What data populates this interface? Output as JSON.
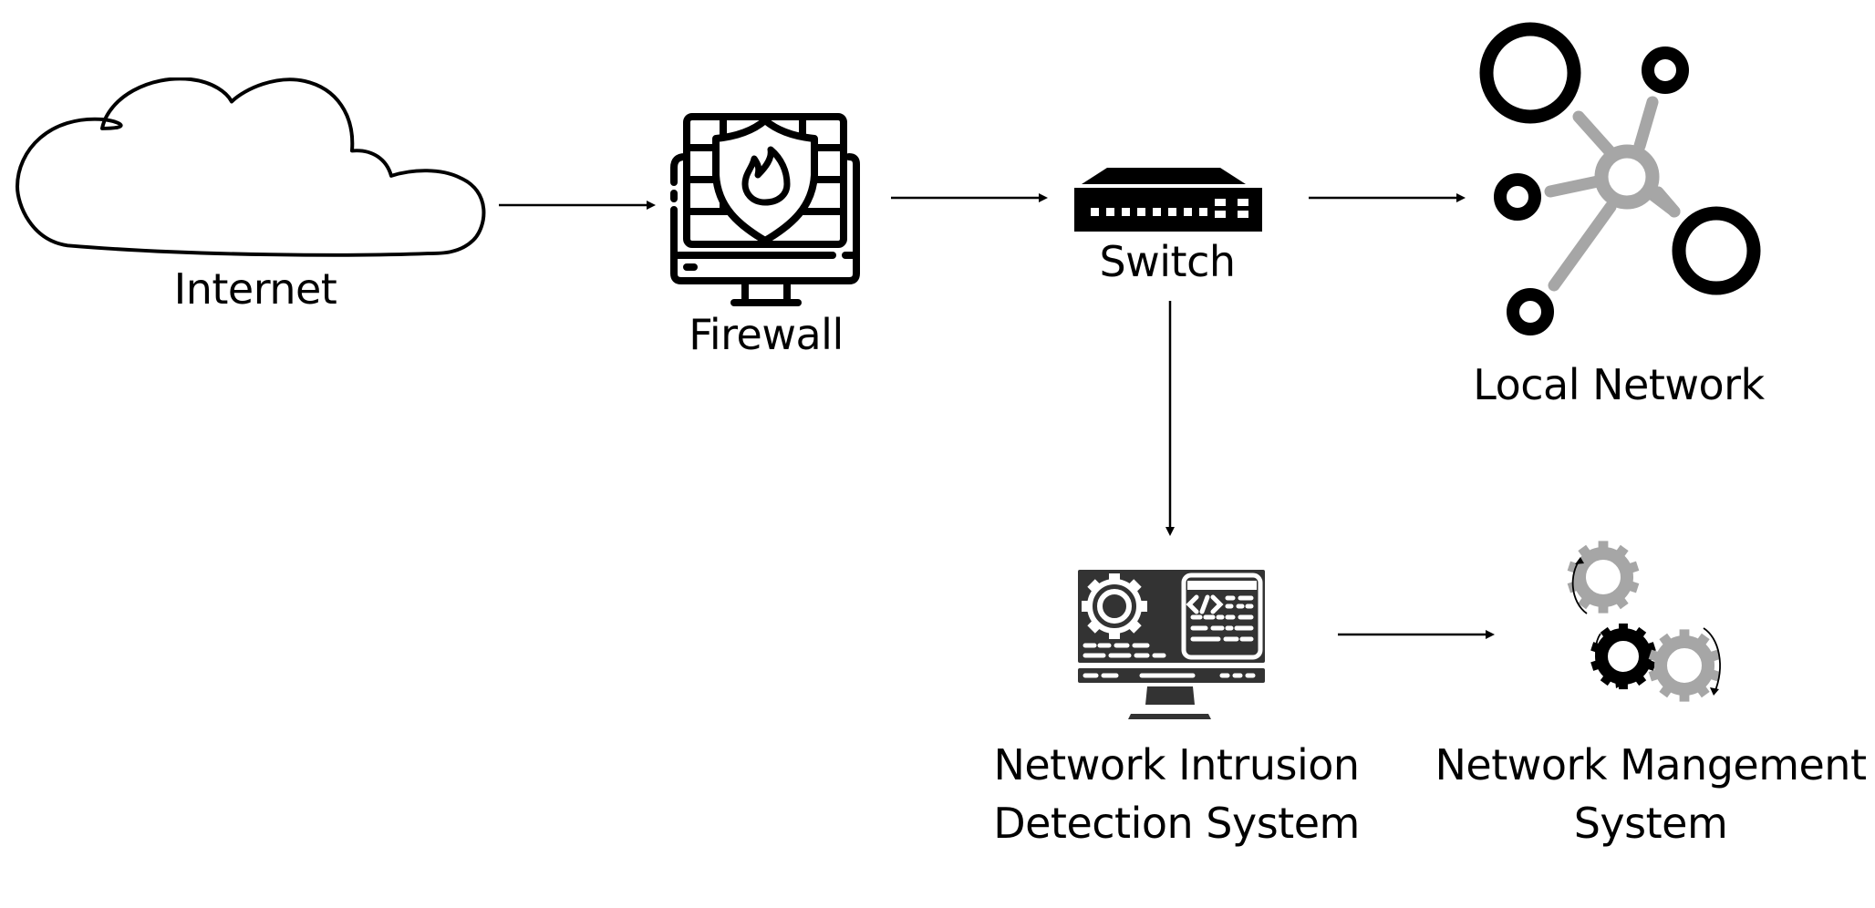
{
  "diagram": {
    "type": "network-topology",
    "nodes": [
      {
        "id": "internet",
        "label": "Internet",
        "icon": "cloud-icon"
      },
      {
        "id": "firewall",
        "label": "Firewall",
        "icon": "firewall-monitor-icon"
      },
      {
        "id": "switch",
        "label": "Switch",
        "icon": "network-switch-icon"
      },
      {
        "id": "local_network",
        "label": "Local Network",
        "icon": "network-nodes-icon"
      },
      {
        "id": "nids",
        "label_line1": "Network Intrusion",
        "label_line2": "Detection System",
        "icon": "code-monitor-icon"
      },
      {
        "id": "nms",
        "label_line1": "Network Mangement",
        "label_line2": "System",
        "icon": "gears-icon"
      }
    ],
    "edges": [
      {
        "from": "internet",
        "to": "firewall"
      },
      {
        "from": "firewall",
        "to": "switch"
      },
      {
        "from": "switch",
        "to": "local_network"
      },
      {
        "from": "switch",
        "to": "nids"
      },
      {
        "from": "nids",
        "to": "nms"
      }
    ],
    "colors": {
      "stroke": "#000000",
      "accent_gray": "#a6a6a6",
      "icon_dark": "#333333",
      "background": "#ffffff"
    }
  }
}
